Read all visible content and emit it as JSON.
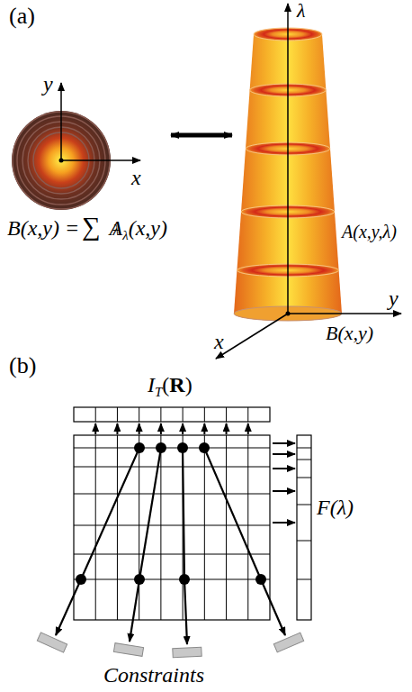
{
  "diagram": {
    "labels": [
      "(a)",
      "y",
      "x",
      "B(x,y) =",
      "∑",
      "λ",
      "A",
      "λ",
      "(x,y)",
      "λ",
      "A(x,y,λ)",
      "y",
      "x",
      "B(x,y)",
      "(b)",
      "I",
      "T",
      "(",
      "R",
      ")",
      "F(λ)",
      "Constraints"
    ]
  }
}
